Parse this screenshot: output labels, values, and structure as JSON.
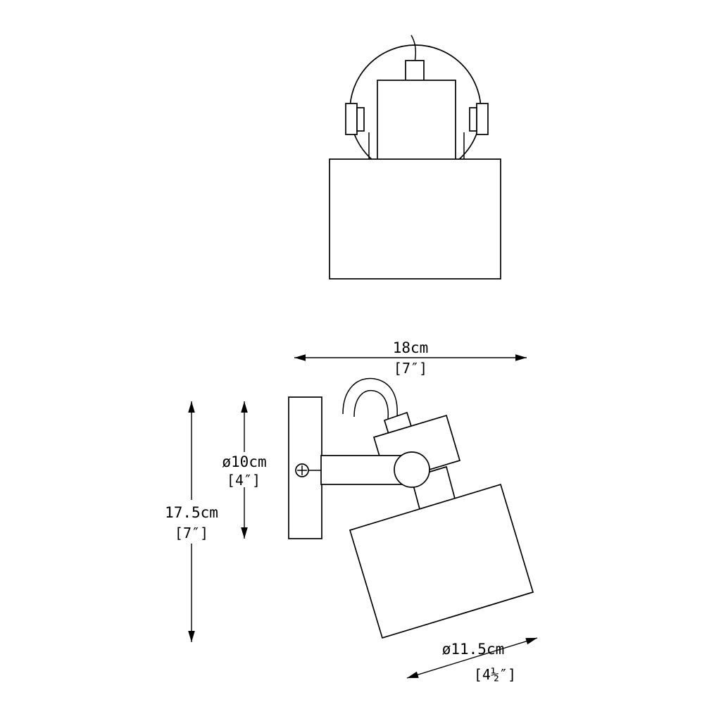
{
  "drawing": {
    "subject": "wall spotlight technical dimension drawing",
    "views": 2
  },
  "dimensions": {
    "overall_width": {
      "metric": "18cm",
      "imperial": "[7″]"
    },
    "overall_height": {
      "metric": "17.5cm",
      "imperial": "[7″]"
    },
    "backplate_diameter": {
      "metric": "ø10cm",
      "imperial": "[4″]"
    },
    "shade_diameter": {
      "metric": "ø11.5cm",
      "imperial": "[4½″]"
    }
  },
  "colors": {
    "line": "#000000",
    "background": "#ffffff"
  }
}
